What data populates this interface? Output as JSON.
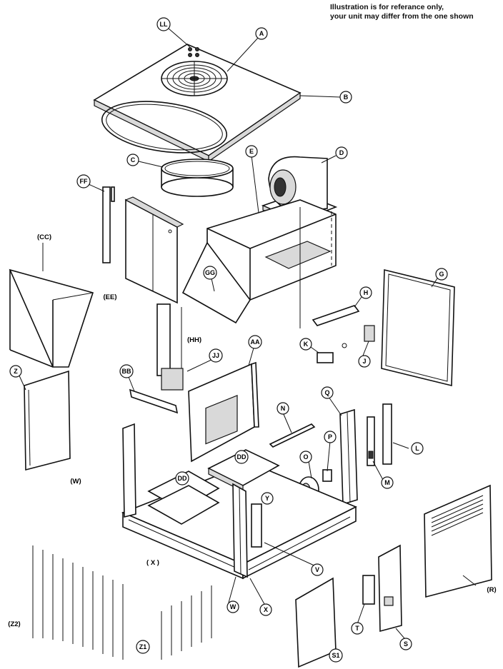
{
  "note": {
    "line1": "Illustration is for referance only,",
    "line2": "your unit may differ from the one shown"
  },
  "labels": {
    "LL": "LL",
    "A": "A",
    "B": "B",
    "C": "C",
    "D": "D",
    "E": "E",
    "FF": "FF",
    "CC": "CC",
    "EE": "EE",
    "GG": "GG",
    "G": "G",
    "H": "H",
    "HH": "HH",
    "JJ": "JJ",
    "AA": "AA",
    "K": "K",
    "J": "J",
    "BB": "BB",
    "Z": "Z",
    "N": "N",
    "Q": "Q",
    "L": "L",
    "P": "P",
    "DD1": "DD",
    "DD2": "DD",
    "O": "O",
    "M": "M",
    "W_left": "W",
    "Y": "Y",
    "X_left": "X",
    "V": "V",
    "R": "R",
    "W": "W",
    "X": "X",
    "T": "T",
    "Z2": "Z2",
    "Z1": "Z1",
    "S": "S",
    "S1": "S1"
  }
}
